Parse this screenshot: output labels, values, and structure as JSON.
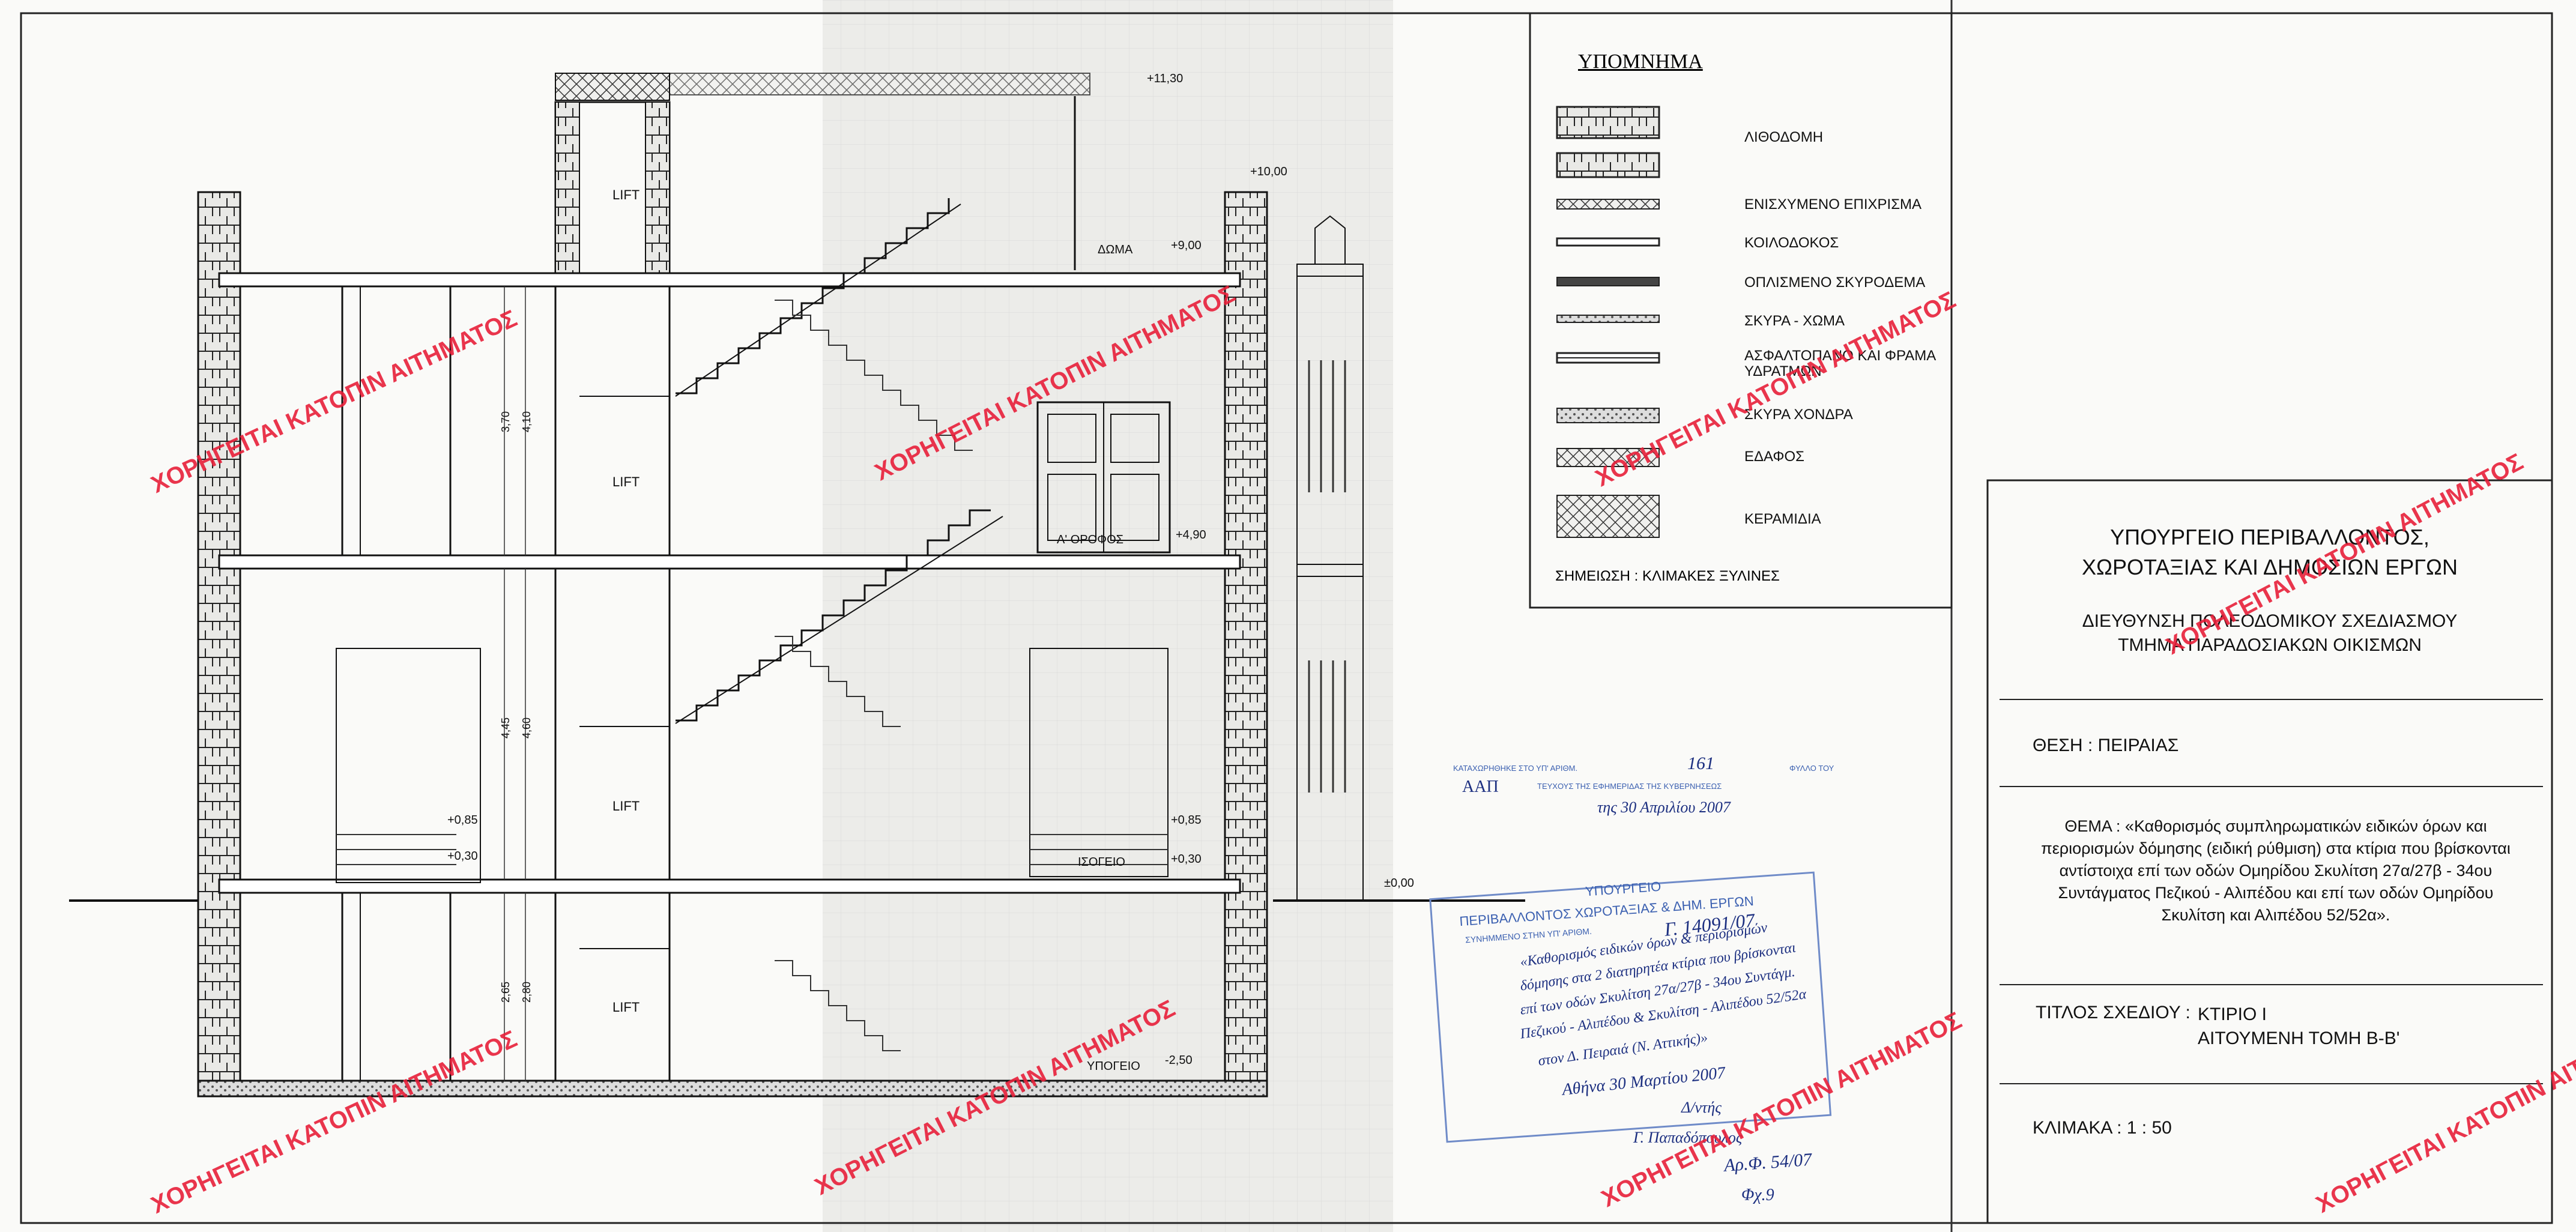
{
  "legend": {
    "title": "ΥΠΟΜΝΗΜΑ",
    "items": [
      {
        "label": "ΛΙΘΟΔΟΜΗ"
      },
      {
        "label": "ΕΝΙΣΧΥΜΕΝΟ ΕΠΙΧΡΙΣΜΑ"
      },
      {
        "label": "ΚΟΙΛΟΔΟΚΟΣ"
      },
      {
        "label": "ΟΠΛΙΣΜΕΝΟ ΣΚΥΡΟΔΕΜΑ"
      },
      {
        "label": "ΣΚΥΡΑ - ΧΩΜΑ"
      },
      {
        "label": "ΑΣΦΑΛΤΟΠΑΝΟ ΚΑΙ ΦΡΑΜΑ ΥΔΡΑΤΜΩΝ"
      },
      {
        "label": "ΣΚΥΡΑ ΧΟΝΔΡΑ"
      },
      {
        "label": "ΕΔΑΦΟΣ"
      },
      {
        "label": "ΚΕΡΑΜΙΔΙΑ"
      }
    ],
    "note": "ΣΗΜΕΙΩΣΗ : ΚΛΙΜΑΚΕΣ ΞΥΛΙΝΕΣ"
  },
  "drawing": {
    "elevations": [
      "+11,30",
      "+10,00",
      "+9,00",
      "+4,90",
      "+0,85",
      "+0,30",
      "+0,85",
      "+0,30",
      "±0,00",
      "-2,50"
    ],
    "rooms": [
      "LIFT",
      "LIFT",
      "LIFT",
      "LIFT",
      "ΔΩΜΑ",
      "Α' ΟΡΟΦΟΣ",
      "ΙΣΟΓΕΙΟ",
      "ΥΠΟΓΕΙΟ"
    ],
    "dims": [
      "3,70",
      "4,10",
      "4,45",
      "4,60",
      "2,65",
      "2,80"
    ]
  },
  "title_block": {
    "ministry_line1": "ΥΠΟΥΡΓΕΙΟ ΠΕΡΙΒΑΛΛΟΝΤΟΣ,",
    "ministry_line2": "ΧΩΡΟΤΑΞΙΑΣ ΚΑΙ ΔΗΜΟΣΙΩΝ ΕΡΓΩΝ",
    "dept_line1": "ΔΙΕΥΘΥΝΣΗ ΠΟΛΕΟΔΟΜΙΚΟΥ ΣΧΕΔΙΑΣΜΟΥ",
    "dept_line2": "ΤΜΗΜΑ ΠΑΡΑΔΟΣΙΑΚΩΝ ΟΙΚΙΣΜΩΝ",
    "location": "ΘΕΣΗ  :  ΠΕΙΡΑΙΑΣ",
    "theme": "ΘΕΜΑ : «Καθορισμός συμπληρωματικών ειδικών όρων και περιορισμών δόμησης (ειδική ρύθμιση) στα κτίρια που βρίσκονται αντίστοιχα επί των οδών Ομηρίδου Σκυλίτση 27α/27β - 34ου Συντάγματος Πεζικού - Αλιπέδου και επί των οδών Ομηρίδου  Σκυλίτση και Αλιπέδου 52/52α».",
    "title_label": "ΤΙΤΛΟΣ ΣΧΕΔΙΟΥ  :",
    "title_value1": "ΚΤΙΡΙΟ Ι",
    "title_value2": "ΑΙΤΟΥΜΕΝΗ ΤΟΜΗ Β-Β'",
    "scale": "ΚΛΙΜΑΚΑ   :  1 : 50"
  },
  "watermark": "ΧΟΡΗΓΕΙΤΑΙ ΚΑΤΟΠΙΝ ΑΙΤΗΜΑΤΟΣ",
  "stamps": {
    "registry_line1": "ΚΑΤΑΧΩΡΗΘΗΚΕ ΣΤΟ ΥΠ' ΑΡΙΘΜ.",
    "registry_number": "161",
    "registry_line1b": "ΦΥΛΛΟ ΤΟΥ",
    "registry_aap": "ΑΑΠ",
    "registry_line2": "ΤΕΥΧΟΥΣ ΤΗΣ ΕΦΗΜΕΡΙΔΑΣ ΤΗΣ ΚΥΒΕΡΝΗΣΕΩΣ",
    "registry_date": "της 30 Απριλίου 2007",
    "ministry_stamp_line1": "ΥΠΟΥΡΓΕΙΟ",
    "ministry_stamp_line2": "ΠΕΡΙΒΑΛΛΟΝΤΟΣ ΧΩΡΟΤΑΞΙΑΣ & ΔΗΜ. ΕΡΓΩΝ",
    "ministry_stamp_line3": "ΣΥΝΗΜΜΕΝΟ ΣΤΗΝ ΥΠ' ΑΡΙΘΜ.",
    "hand_ref": "Γ. 14091/07",
    "hand_text1": "«Καθορισμός ειδικών όρων & περιορισμών",
    "hand_text2": "δόμησης στα 2 διατηρητέα κτίρια που βρίσκονται",
    "hand_text3": "επί των οδών Σκυλίτση 27α/27β - 34ου Συντάγμ.",
    "hand_text4": "Πεζικού - Αλιπέδου & Σκυλίτση - Αλιπέδου 52/52α",
    "hand_text5": "στον Δ. Πειραιά (Ν. Αττικής)»",
    "hand_date": "Αθήνα 30 Μαρτίου 2007",
    "hand_role": "Δ/ντής",
    "hand_sign": "Γ. Παπαδόπουλος",
    "hand_ref2": "Αρ.Φ. 54/07",
    "hand_ref3": "Φχ.9"
  }
}
